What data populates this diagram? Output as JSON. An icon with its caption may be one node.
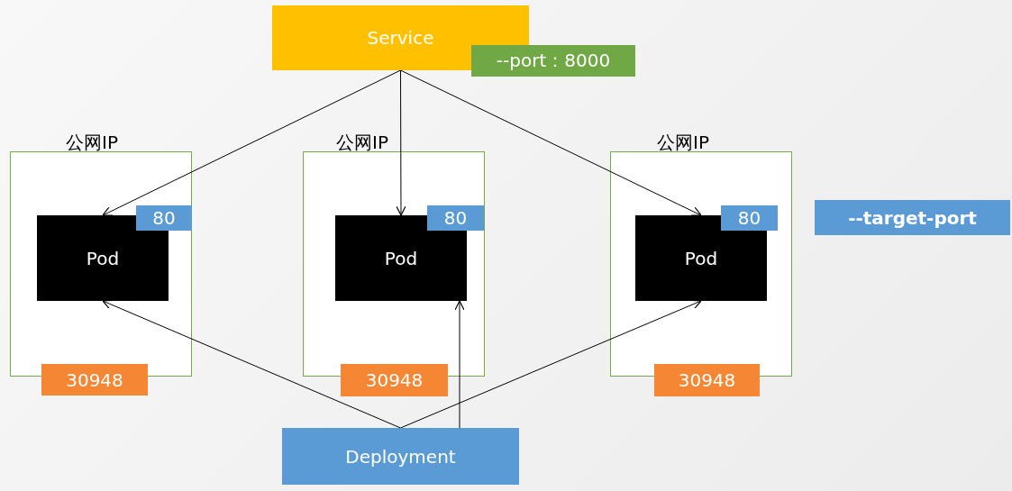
{
  "diagram": {
    "nodes": [
      {
        "text": [
          "Service"
        ]
      },
      {
        "text": [
          "--port：8000"
        ]
      },
      {
        "text": [
          "公网IP"
        ]
      },
      {
        "text": [
          "Pod"
        ],
        "in": 2
      },
      {
        "text": [
          "80"
        ],
        "in": 2
      },
      {
        "text": [
          "30948"
        ]
      },
      {
        "text": [
          "公网IP"
        ]
      },
      {
        "text": [
          "Pod"
        ],
        "in": 6
      },
      {
        "text": [
          "80"
        ],
        "in": 6
      },
      {
        "text": [
          "30948"
        ]
      },
      {
        "text": [
          "公网IP"
        ]
      },
      {
        "text": [
          "Pod"
        ],
        "in": 10
      },
      {
        "text": [
          "80"
        ],
        "in": 10
      },
      {
        "text": [
          "30948"
        ]
      },
      {
        "text": [
          "--target-port"
        ]
      },
      {
        "text": [
          "Deployment"
        ]
      }
    ],
    "edges": [
      {
        "from": 0,
        "to": 3,
        "arrow": "to"
      },
      {
        "from": 0,
        "to": 7,
        "arrow": "to"
      },
      {
        "from": 0,
        "to": 11,
        "arrow": "to"
      },
      {
        "from": 15,
        "to": 3,
        "arrow": "to"
      },
      {
        "from": 15,
        "to": 7,
        "arrow": "to"
      },
      {
        "from": 15,
        "to": 11,
        "arrow": "to"
      }
    ]
  }
}
